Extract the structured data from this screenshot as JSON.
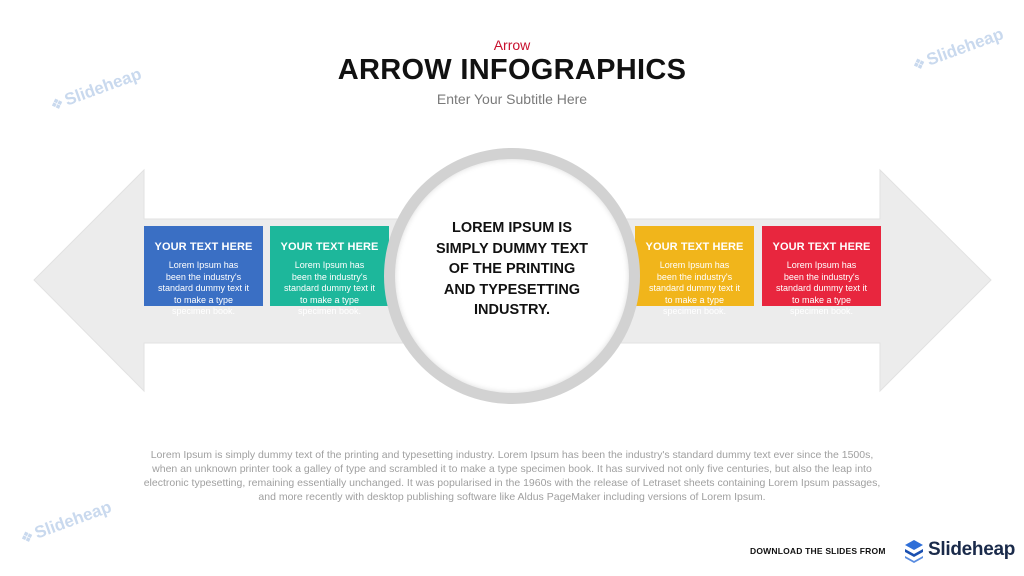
{
  "header": {
    "kicker": "Arrow",
    "title": "ARROW INFOGRAPHICS",
    "subtitle": "Enter Your Subtitle Here"
  },
  "boxes": [
    {
      "title": "YOUR TEXT HERE",
      "text": "Lorem Ipsum has been the industry's standard dummy text it to make a type specimen book.",
      "color": "#3a6fc4"
    },
    {
      "title": "YOUR TEXT HERE",
      "text": "Lorem Ipsum has been the industry's standard dummy text it to make a type specimen book.",
      "color": "#1db79b"
    },
    {
      "title": "YOUR TEXT HERE",
      "text": "Lorem Ipsum has been the industry's standard dummy text it to make a type specimen book.",
      "color": "#f1b51b"
    },
    {
      "title": "YOUR TEXT HERE",
      "text": "Lorem Ipsum has been the industry's standard dummy text it to make a type specimen book.",
      "color": "#e8263e"
    }
  ],
  "center": {
    "text": "LOREM IPSUM IS SIMPLY DUMMY TEXT OF THE PRINTING AND TYPESETTING INDUSTRY."
  },
  "body_text": "Lorem Ipsum is simply dummy text of the printing and typesetting industry. Lorem Ipsum has been the industry's standard dummy text ever since the 1500s, when an unknown printer took a galley of type and scrambled it to make a type specimen book. It has survived not only five centuries, but also the leap into electronic typesetting, remaining essentially unchanged. It was popularised in the 1960s with the release of Letraset sheets containing Lorem Ipsum passages, and more recently with desktop publishing software like Aldus PageMaker including versions of Lorem Ipsum.",
  "watermarks": {
    "text": "Slideheap",
    "icon": "slideheap-logo-icon"
  },
  "footer": {
    "label": "DOWNLOAD THE SLIDES FROM",
    "brand": "Slideheap",
    "icon": "slideheap-logo-icon"
  },
  "colors": {
    "arrow_fill": "#ececec",
    "circle_ring": "#d2d2d2",
    "kicker": "#c8102e"
  }
}
